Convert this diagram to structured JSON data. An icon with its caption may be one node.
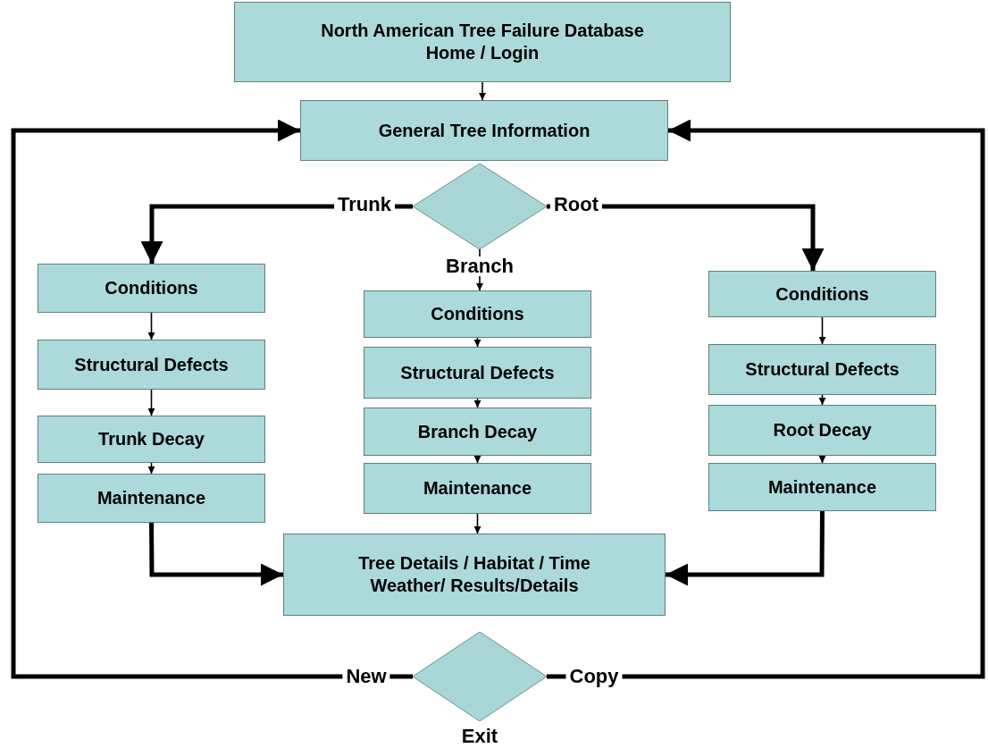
{
  "diagram": {
    "nodes": [
      {
        "text": [
          "North American Tree Failure Database",
          "Home / Login"
        ]
      },
      {
        "text": [
          "General Tree Information"
        ]
      },
      {
        "text": [],
        "shape": "diamond"
      },
      {
        "text": [
          "Conditions"
        ]
      },
      {
        "text": [
          "Structural Defects"
        ]
      },
      {
        "text": [
          "Trunk Decay"
        ]
      },
      {
        "text": [
          "Maintenance"
        ]
      },
      {
        "text": [
          "Conditions"
        ]
      },
      {
        "text": [
          "Structural Defects"
        ]
      },
      {
        "text": [
          "Branch Decay"
        ]
      },
      {
        "text": [
          "Maintenance"
        ]
      },
      {
        "text": [
          "Conditions"
        ]
      },
      {
        "text": [
          "Structural Defects"
        ]
      },
      {
        "text": [
          "Root Decay"
        ]
      },
      {
        "text": [
          "Maintenance"
        ]
      },
      {
        "text": [
          "Tree Details / Habitat / Time",
          "Weather/ Results/Details"
        ]
      },
      {
        "text": [],
        "shape": "diamond",
        "beside": [
          "Exit"
        ]
      }
    ],
    "edges": [
      {
        "from": 0,
        "to": 1,
        "arrow": "to"
      },
      {
        "from": 2,
        "to": 3,
        "arrow": "to",
        "label": "Trunk",
        "style": "thick"
      },
      {
        "from": 2,
        "to": 11,
        "arrow": "to",
        "label": "Root",
        "style": "thick"
      },
      {
        "from": 2,
        "to": 7,
        "arrow": "to",
        "label": "Branch"
      },
      {
        "from": 3,
        "to": 4,
        "arrow": "to"
      },
      {
        "from": 4,
        "to": 5,
        "arrow": "to"
      },
      {
        "from": 5,
        "to": 6,
        "arrow": "to"
      },
      {
        "from": 7,
        "to": 8,
        "arrow": "to"
      },
      {
        "from": 8,
        "to": 9,
        "arrow": "to"
      },
      {
        "from": 9,
        "to": 10,
        "arrow": "to"
      },
      {
        "from": 10,
        "to": 15,
        "arrow": "to"
      },
      {
        "from": 11,
        "to": 12,
        "arrow": "to"
      },
      {
        "from": 12,
        "to": 13,
        "arrow": "to"
      },
      {
        "from": 13,
        "to": 14,
        "arrow": "to"
      },
      {
        "from": 6,
        "to": 15,
        "arrow": "to",
        "style": "thick"
      },
      {
        "from": 14,
        "to": 15,
        "arrow": "to",
        "style": "thick"
      },
      {
        "from": 16,
        "to": 1,
        "arrow": "to",
        "label": "New",
        "style": "thick"
      },
      {
        "from": 16,
        "to": 1,
        "arrow": "to",
        "label": "Copy",
        "style": "thick"
      }
    ],
    "labels": []
  }
}
